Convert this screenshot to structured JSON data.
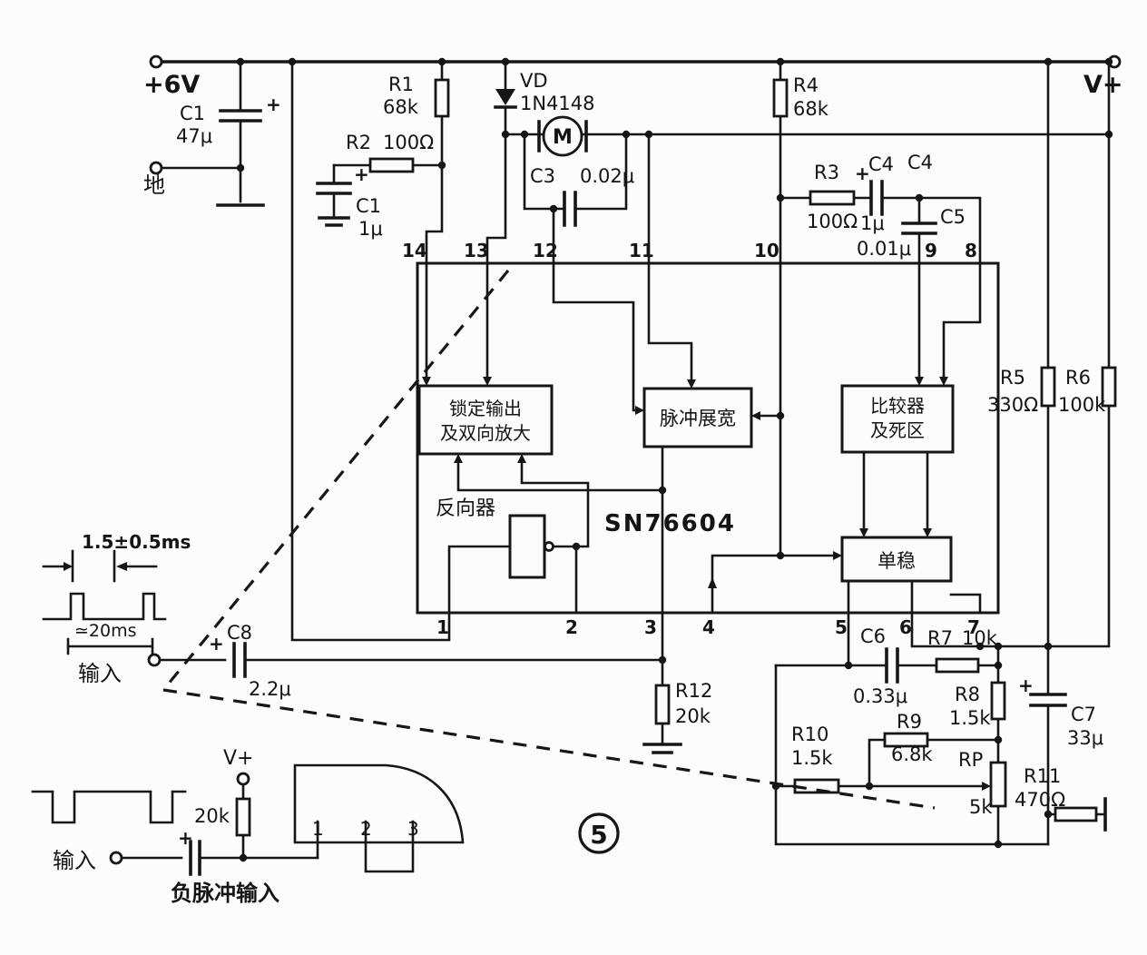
{
  "figure_number": "5",
  "power": {
    "supply": "+6V",
    "ground": "地",
    "vplus": "V+",
    "vplus2": "V+"
  },
  "timing": {
    "pulse_width": "1.5±0.5ms",
    "period": "≃20ms"
  },
  "inputs": {
    "input1": "输入",
    "input2": "输入",
    "neg_pulse": "负脉冲输入"
  },
  "ic": {
    "part": "SN76604",
    "blocks": {
      "lock_line1": "锁定输出",
      "lock_line2": "及双向放大",
      "pulse_stretch": "脉冲展宽",
      "comp_line1": "比较器",
      "comp_line2": "及死区",
      "mono": "单稳",
      "inverter": "反向器"
    },
    "pins_top": [
      "14",
      "13",
      "12",
      "11",
      "10",
      "9",
      "8"
    ],
    "pins_bottom": [
      "1",
      "2",
      "3",
      "4",
      "5",
      "6",
      "7"
    ]
  },
  "components": {
    "r1": {
      "name": "R1",
      "value": "68k"
    },
    "r2": {
      "name": "R2",
      "value": "100Ω"
    },
    "r3": {
      "name": "R3",
      "value": "100Ω"
    },
    "r4": {
      "name": "R4",
      "value": "68k"
    },
    "r5": {
      "name": "R5",
      "value": "330Ω"
    },
    "r6": {
      "name": "R6",
      "value": "100k"
    },
    "r7": {
      "name": "R7",
      "value": "10k"
    },
    "r8": {
      "name": "R8",
      "value": "1.5k"
    },
    "r9": {
      "name": "R9",
      "value": "6.8k"
    },
    "r10": {
      "name": "R10",
      "value": "1.5k"
    },
    "r11": {
      "name": "R11",
      "value": "470Ω"
    },
    "r12": {
      "name": "R12",
      "value": "20k"
    },
    "r13": {
      "value": "20k"
    },
    "rp": {
      "name": "RP",
      "value": "5k"
    },
    "c1a": {
      "name": "C1",
      "value": "47μ"
    },
    "c1b": {
      "name": "C1",
      "value": "1μ"
    },
    "c3": {
      "name": "C3",
      "value": "0.02μ"
    },
    "c4": {
      "name": "C4",
      "name2": "C4",
      "value": "1μ"
    },
    "c5": {
      "name": "C5",
      "value": "0.01μ"
    },
    "c6": {
      "name": "C6",
      "value": "0.33μ"
    },
    "c7": {
      "name": "C7",
      "value": "33μ"
    },
    "c8": {
      "name": "C8",
      "value": "2.2μ"
    },
    "vd": {
      "name": "VD",
      "value": "1N4148"
    },
    "motor": {
      "label": "M"
    }
  },
  "package_pins": [
    "1",
    "2",
    "3"
  ],
  "symbols": {
    "plus": "+"
  }
}
